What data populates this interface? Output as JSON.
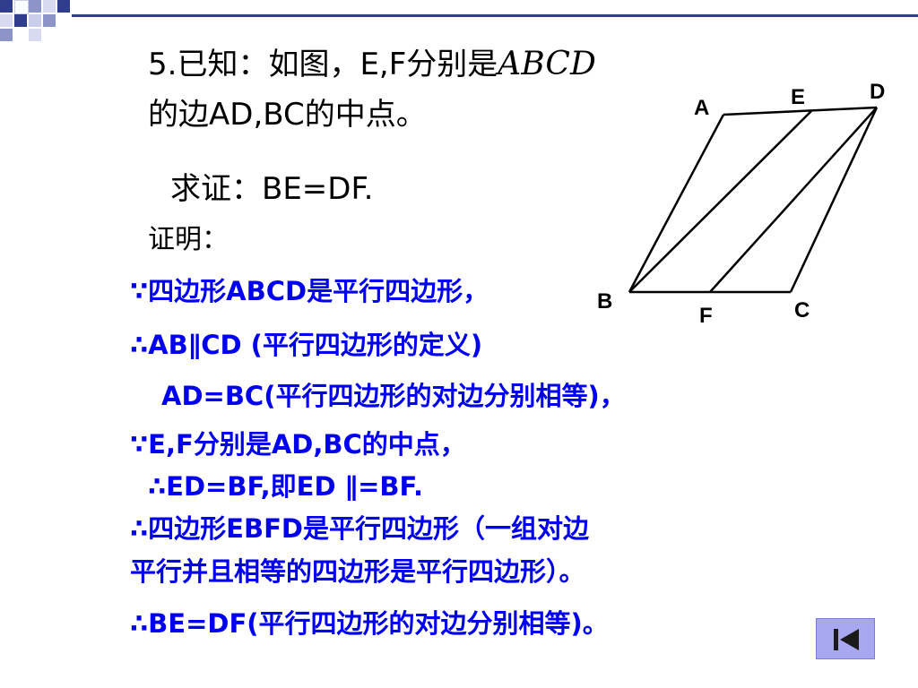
{
  "problem": {
    "line1_prefix": "5.已知：如图，E,F分别是",
    "line1_shape": "ABCD",
    "line2": "的边AD,BC的中点。",
    "prove": "求证：BE=DF."
  },
  "proof": {
    "heading": "证明：",
    "steps": [
      "∵四边形ABCD是平行四边形，",
      "∴AB∥CD  (平行四边形的定义)",
      "AD=BC(平行四边形的对边分别相等)，",
      "∵E,F分别是AD,BC的中点，",
      "∴ED=BF,即ED  ∥=BF.",
      "∴四边形EBFD是平行四边形（一组对边",
      "平行并且相等的四边形是平行四边形）。",
      "∴BE=DF(平行四边形的对边分别相等)。"
    ]
  },
  "figure": {
    "labels": {
      "A": "A",
      "B": "B",
      "C": "C",
      "D": "D",
      "E": "E",
      "F": "F"
    }
  },
  "nav": {
    "back_icon": "skip-back-icon"
  },
  "colors": {
    "text": "#000000",
    "proof_text": "#0000ee",
    "accent": "#2f3d8a",
    "button": "#a7a8f0"
  }
}
